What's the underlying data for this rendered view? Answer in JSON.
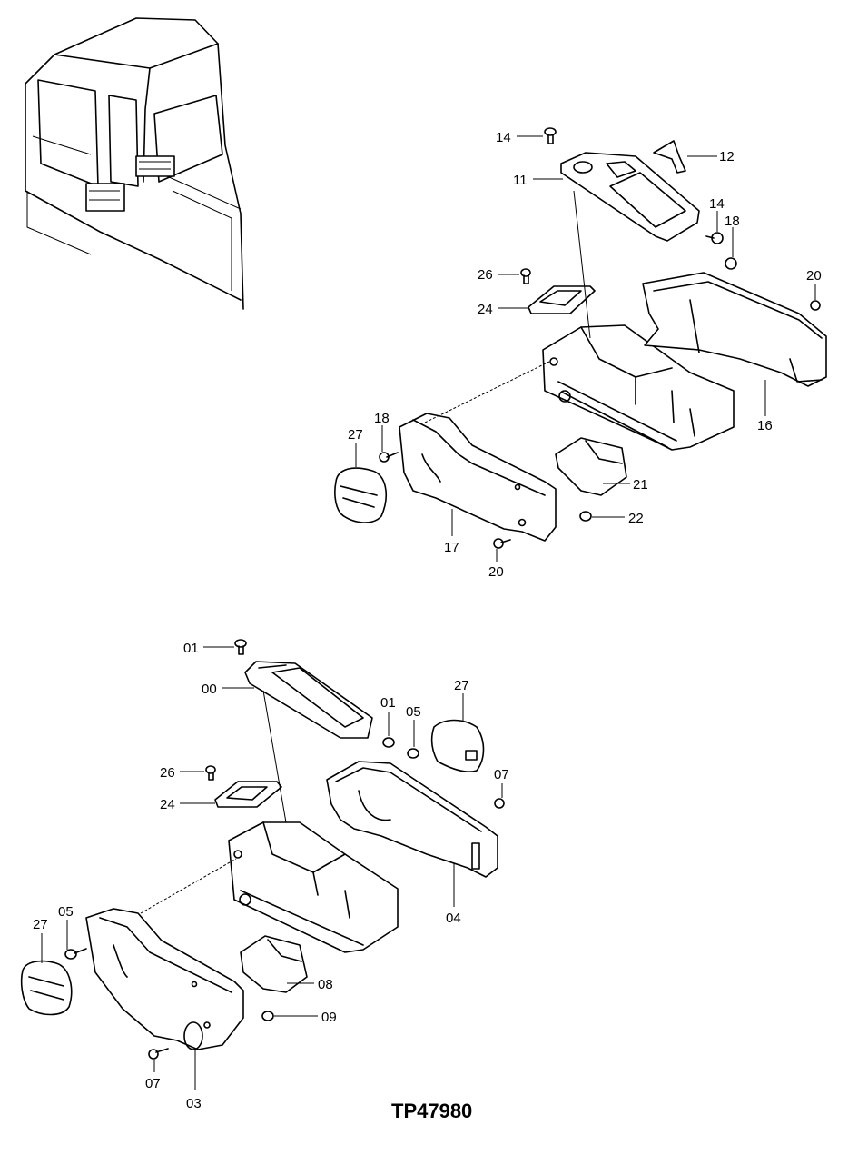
{
  "figure_id": "TP47980",
  "callouts": {
    "c14a": "14",
    "c12": "12",
    "c11": "11",
    "c14b": "14",
    "c18a": "18",
    "c20a": "20",
    "c26a": "26",
    "c24a": "24",
    "c16": "16",
    "c27a": "27",
    "c18b": "18",
    "c21": "21",
    "c22": "22",
    "c17": "17",
    "c20b": "20",
    "c01a": "01",
    "c00": "00",
    "c01b": "01",
    "c05a": "05",
    "c27b": "27",
    "c07a": "07",
    "c26b": "26",
    "c24b": "24",
    "c04": "04",
    "c27c": "27",
    "c05b": "05",
    "c08": "08",
    "c09": "09",
    "c07b": "07",
    "c03": "03"
  }
}
